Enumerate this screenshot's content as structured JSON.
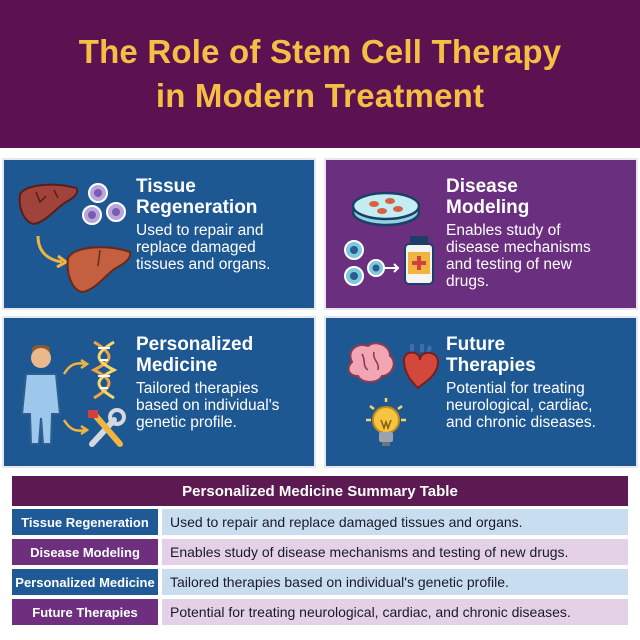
{
  "header": {
    "title_line1": "The Role of Stem Cell Therapy",
    "title_line2": "in Modern Treatment"
  },
  "cards": [
    {
      "title_line1": "Tissue",
      "title_line2": "Regeneration",
      "desc_line1": "Used to repair and",
      "desc_line2": "replace damaged",
      "desc_line3": "tissues and organs."
    },
    {
      "title_line1": "Disease",
      "title_line2": "Modeling",
      "desc_line1": "Enables study of",
      "desc_line2": "disease mechanisms",
      "desc_line3": "and testing of new",
      "desc_line4": "drugs."
    },
    {
      "title_line1": "Personalized",
      "title_line2": "Medicine",
      "desc_line1": "Tailored therapies",
      "desc_line2": "based on individual's",
      "desc_line3": "genetic profile."
    },
    {
      "title_line1": "Future",
      "title_line2": "Therapies",
      "desc_line1": "Potential for treating",
      "desc_line2": "neurological, cardiac,",
      "desc_line3": "and chronic diseases."
    }
  ],
  "table": {
    "title": "Personalized Medicine Summary Table",
    "rows": [
      {
        "label": "Tissue Regeneration",
        "value": "Used to repair and replace damaged tissues and organs."
      },
      {
        "label": "Disease Modeling",
        "value": "Enables study of disease mechanisms and testing of new drugs."
      },
      {
        "label": "Personalized Medicine",
        "value": "Tailored therapies based on individual's genetic profile."
      },
      {
        "label": "Future Therapies",
        "value": "Potential for treating neurological, cardiac, and chronic diseases."
      }
    ]
  },
  "colors": {
    "header_bg": "#5c1250",
    "title_gold": "#f5bf45",
    "card_blue": "#1e5893",
    "card_purple": "#6b2f80",
    "row_blue_label": "#1f5a97",
    "row_purple_label": "#6e2f7f",
    "row_blue_value": "#c9ddf0",
    "row_purple_value": "#e4d1e8"
  },
  "icons": {
    "tissue_regeneration": [
      "liver-icon",
      "stem-cells-icon",
      "arrow-icon"
    ],
    "disease_modeling": [
      "petri-dish-icon",
      "cells-icon",
      "medicine-bottle-icon"
    ],
    "personalized_medicine": [
      "person-icon",
      "dna-icon",
      "tools-icon"
    ],
    "future_therapies": [
      "brain-icon",
      "heart-icon",
      "lightbulb-icon"
    ]
  }
}
